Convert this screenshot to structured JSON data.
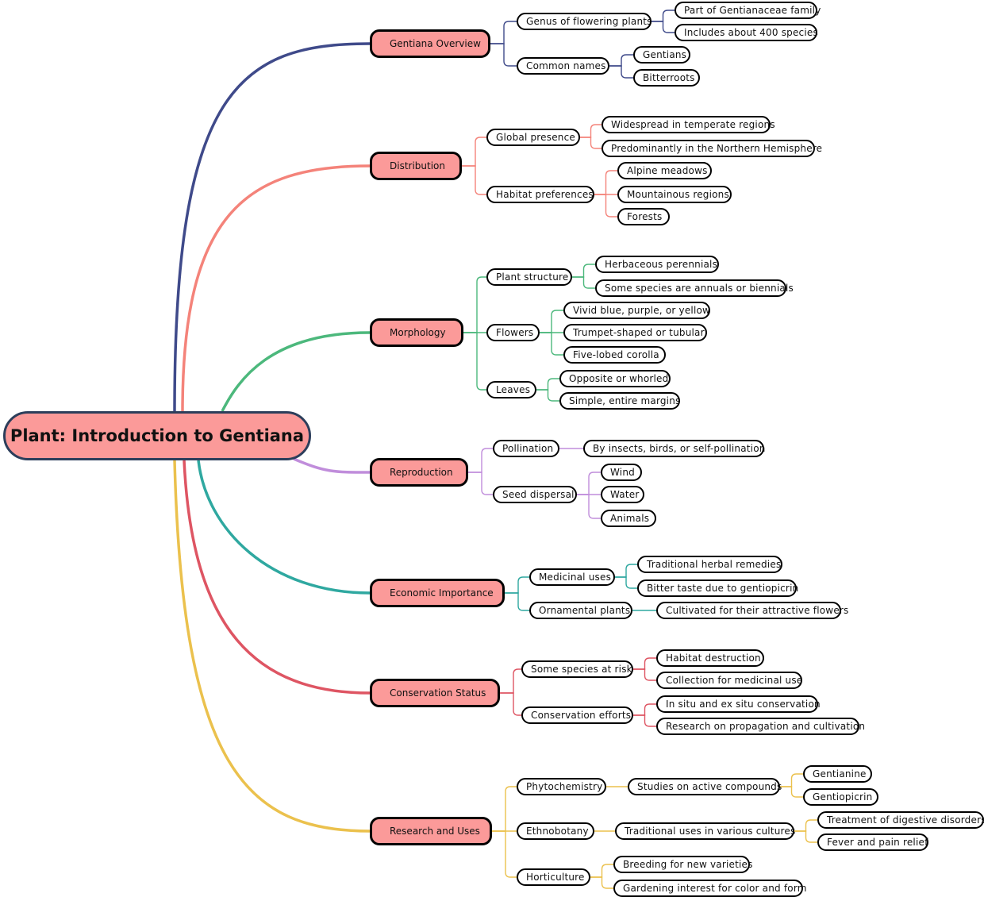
{
  "root": {
    "label": "Plant: Introduction to Gentiana"
  },
  "branches": {
    "overview": {
      "label": "Gentiana Overview",
      "color": "#3f4a8a",
      "children": {
        "genus": {
          "label": "Genus of flowering plants",
          "children": [
            "Part of Gentianaceae family",
            "Includes about 400 species"
          ]
        },
        "common": {
          "label": "Common names",
          "children": [
            "Gentians",
            "Bitterroots"
          ]
        }
      }
    },
    "distribution": {
      "label": "Distribution",
      "color": "#f4837a",
      "children": {
        "global": {
          "label": "Global presence",
          "children": [
            "Widespread in temperate regions",
            "Predominantly in the Northern Hemisphere"
          ]
        },
        "habitat": {
          "label": "Habitat preferences",
          "children": [
            "Alpine meadows",
            "Mountainous regions",
            "Forests"
          ]
        }
      }
    },
    "morphology": {
      "label": "Morphology",
      "color": "#4cb87c",
      "children": {
        "structure": {
          "label": "Plant structure",
          "children": [
            "Herbaceous perennials",
            "Some species are annuals or biennials"
          ]
        },
        "flowers": {
          "label": "Flowers",
          "children": [
            "Vivid blue, purple, or yellow",
            "Trumpet-shaped or tubular",
            "Five-lobed corolla"
          ]
        },
        "leaves": {
          "label": "Leaves",
          "children": [
            "Opposite or whorled",
            "Simple, entire margins"
          ]
        }
      }
    },
    "reproduction": {
      "label": "Reproduction",
      "color": "#c08ddb",
      "children": {
        "pollination": {
          "label": "Pollination",
          "children": [
            "By insects, birds, or self-pollination"
          ]
        },
        "seed": {
          "label": "Seed dispersal",
          "children": [
            "Wind",
            "Water",
            "Animals"
          ]
        }
      }
    },
    "economic": {
      "label": "Economic Importance",
      "color": "#2fa8a0",
      "children": {
        "medicinal": {
          "label": "Medicinal uses",
          "children": [
            "Traditional herbal remedies",
            "Bitter taste due to gentiopicrin"
          ]
        },
        "ornamental": {
          "label": "Ornamental plants",
          "children": [
            "Cultivated for their attractive flowers"
          ]
        }
      }
    },
    "conservation": {
      "label": "Conservation Status",
      "color": "#de5563",
      "children": {
        "risk": {
          "label": "Some species at risk",
          "children": [
            "Habitat destruction",
            "Collection for medicinal use"
          ]
        },
        "efforts": {
          "label": "Conservation efforts",
          "children": [
            "In situ and ex situ conservation",
            "Research on propagation and cultivation"
          ]
        }
      }
    },
    "research": {
      "label": "Research and Uses",
      "color": "#ebc14d",
      "children": {
        "phyto": {
          "label": "Phytochemistry",
          "sub": {
            "label": "Studies on active compounds",
            "children": [
              "Gentianine",
              "Gentiopicrin"
            ]
          }
        },
        "ethno": {
          "label": "Ethnobotany",
          "sub": {
            "label": "Traditional uses in various cultures",
            "children": [
              "Treatment of digestive disorders",
              "Fever and pain relief"
            ]
          }
        },
        "horti": {
          "label": "Horticulture",
          "children": [
            "Breeding for new varieties",
            "Gardening interest for color and form"
          ]
        }
      }
    }
  }
}
